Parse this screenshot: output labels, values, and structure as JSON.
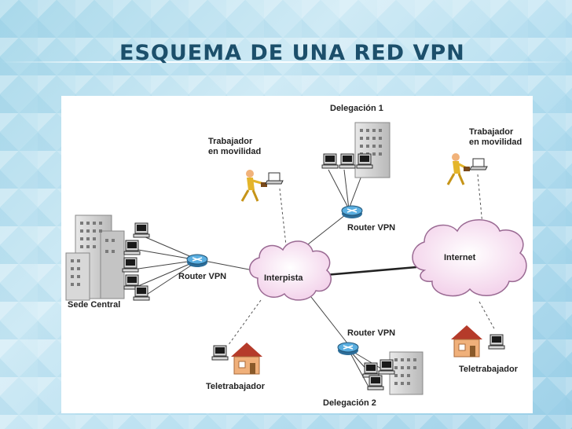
{
  "title": "ESQUEMA DE UNA RED VPN",
  "labels": {
    "delegacion1": "Delegación 1",
    "delegacion2": "Delegación 2",
    "trabajador_line1": "Trabajador",
    "trabajador_line2": "en movilidad",
    "router_vpn": "Router VPN",
    "interpista": "Interpista",
    "internet": "Internet",
    "sede_central": "Sede Central",
    "teletrabajador": "Teletrabajador"
  },
  "colors": {
    "title": "#1c4f6b",
    "cloud_fill": "#f6dff2",
    "router_fill": "#3f8fc4",
    "house_wall": "#f0b07a",
    "house_roof": "#b53b2a"
  },
  "icons": [
    "building-icon",
    "computer-icon",
    "router-icon",
    "cloud-icon",
    "walking-person-icon",
    "laptop-icon",
    "house-icon"
  ]
}
